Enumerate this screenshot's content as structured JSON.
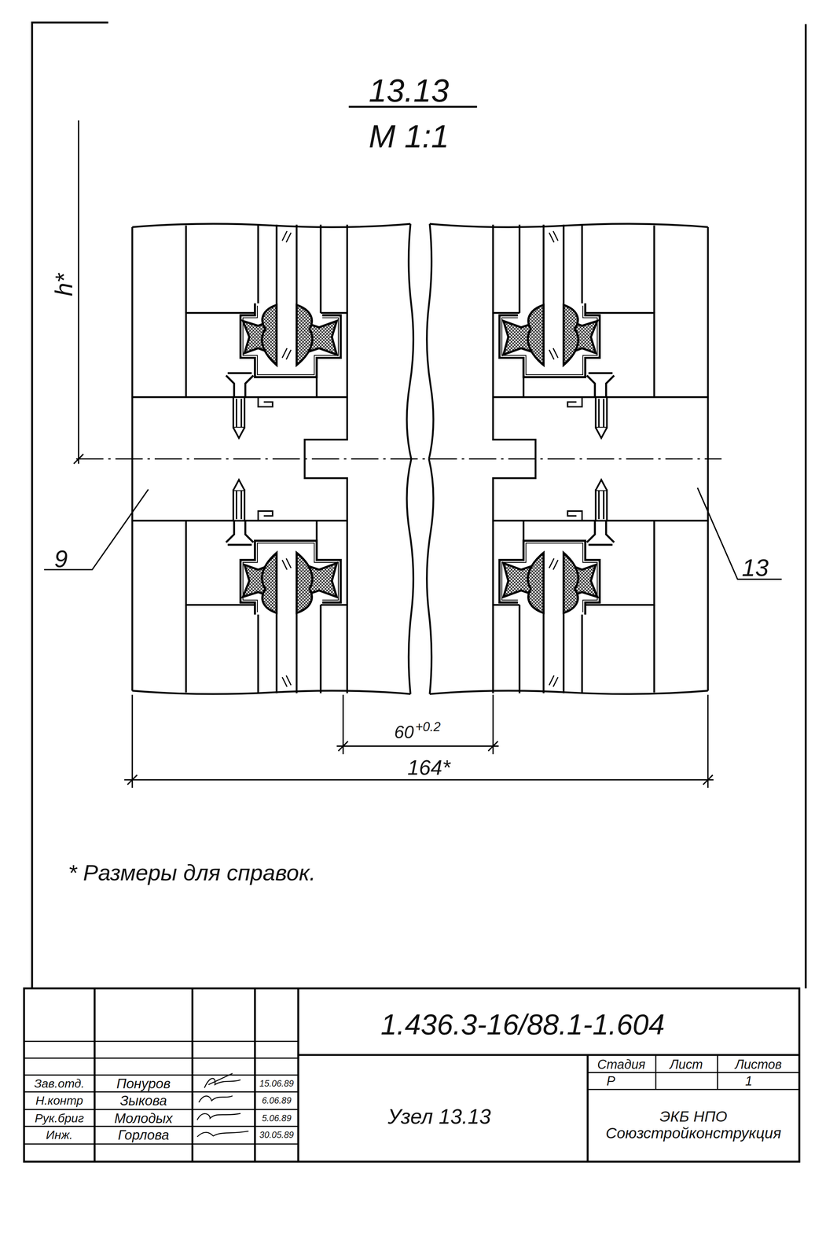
{
  "diagram": {
    "title": "13.13",
    "labels": [
      "М 1:1",
      "h*",
      "9",
      "13",
      "60",
      "+0.2",
      "164*",
      "* Размеры для справок.",
      "1.436.3-16/88.1-1.604",
      "Стадия",
      "Лист",
      "Листов",
      "Р",
      "1",
      "Узел 13.13",
      "ЭКБ НПО Союзстройконструкция",
      "Зав.отд.",
      "Понуров",
      "15.06.89",
      "Н.контр",
      "Зыкова",
      "6.06.89",
      "Рук.бриг",
      "Молодых",
      "5.06.89",
      "Инж.",
      "Горлова",
      "30.05.89"
    ]
  }
}
